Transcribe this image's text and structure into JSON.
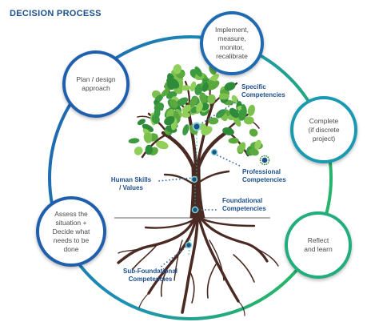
{
  "title": "DECISION PROCESS",
  "colors": {
    "blue": "#1f65b0",
    "teal": "#1aa9a6",
    "green": "#26b36b",
    "label_blue": "#1d4f8c",
    "leaf_dark": "#2e8b3a",
    "leaf_light": "#7cc04e",
    "trunk": "#4a2a22"
  },
  "cycle_nodes": [
    {
      "id": "plan",
      "text": "Plan / design\napproach"
    },
    {
      "id": "implement",
      "text": "Implement,\nmeasure,\nmonitor,\nrecalibrate"
    },
    {
      "id": "complete",
      "text": "Complete\n(if discrete\nproject)"
    },
    {
      "id": "reflect",
      "text": "Reflect\nand learn"
    },
    {
      "id": "assess",
      "text": "Assess the\nsituation +\nDecide what\nneeds to be\ndone"
    }
  ],
  "tree_labels": {
    "specific": "Specific\nCompetencies",
    "professional": "Professional\nCompetencies",
    "human": "Human Skills\n/ Values",
    "foundational": "Foundational\nCompetencies",
    "sub_foundational": "Sub-Foundational\nCompetencies"
  }
}
